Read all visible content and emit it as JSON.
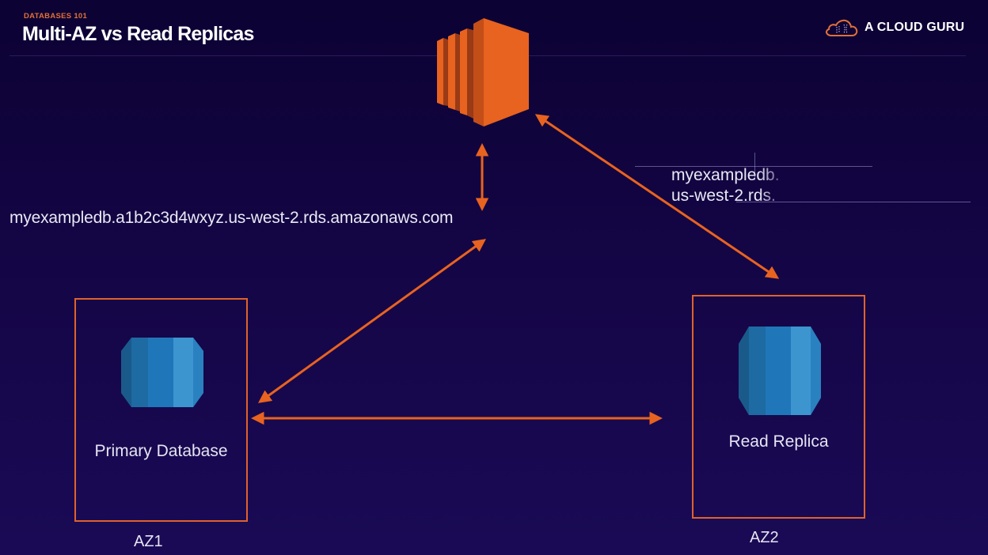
{
  "header": {
    "eyebrow": "DATABASES 101",
    "title": "Multi-AZ vs Read Replicas",
    "brand": "A CLOUD GURU",
    "brand_icon": "cloud-logo-icon"
  },
  "colors": {
    "accent": "#e8631f",
    "background": "#140545",
    "db_blue": "#1f77b4",
    "text": "#eae8f5"
  },
  "diagram": {
    "compute_icon": "ec2-instance-icon",
    "primary_endpoint": "myexampledb.a1b2c3d4wxyz.us-west-2.rds.amazonaws.com",
    "replica_endpoint": {
      "line1": "myexampledb.",
      "line2": "us-west-2.rds."
    },
    "primary": {
      "label": "Primary Database",
      "icon": "rds-database-icon",
      "zone": "AZ1"
    },
    "replica": {
      "label": "Read Replica",
      "icon": "rds-database-icon",
      "zone": "AZ2"
    },
    "connections": [
      {
        "from": "ec2-instance",
        "to": "primary-endpoint",
        "type": "bidirectional"
      },
      {
        "from": "primary-endpoint",
        "to": "primary-database",
        "type": "bidirectional"
      },
      {
        "from": "ec2-instance",
        "to": "read-replica",
        "type": "bidirectional"
      },
      {
        "from": "primary-database",
        "to": "read-replica",
        "type": "bidirectional"
      }
    ]
  }
}
